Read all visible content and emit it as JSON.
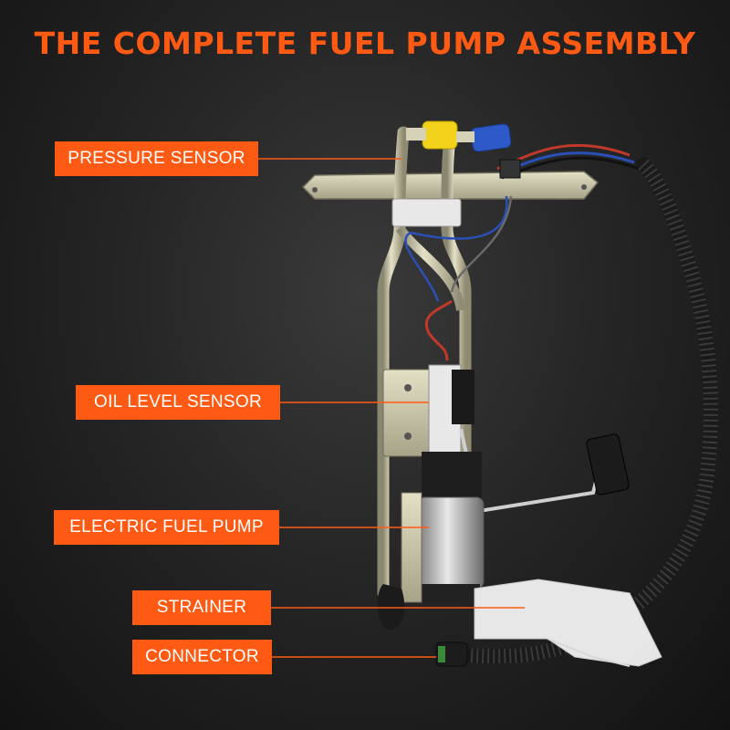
{
  "title": "THE COMPLETE FUEL PUMP ASSEMBLY",
  "labels": {
    "pressure_sensor": "PRESSURE SENSOR",
    "oil_level_sensor": "OIL LEVEL SENSOR",
    "electric_fuel_pump": "ELECTRIC FUEL PUMP",
    "strainer": "STRAINER",
    "connector": "CONNECTOR"
  },
  "colors": {
    "accent": "#ff5a14",
    "background": "#1e1e1e",
    "label_text": "#ffffff"
  },
  "illustration": "fuel-pump-assembly-icon"
}
